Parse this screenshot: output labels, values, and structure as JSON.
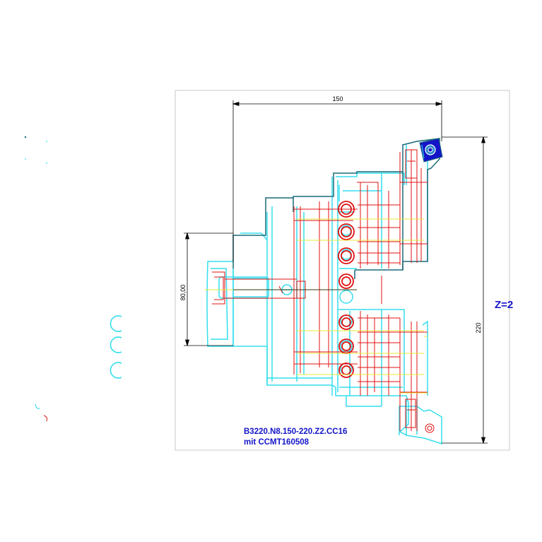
{
  "dimensions": {
    "width_label": "150",
    "height_label": "220",
    "offset_label": "80,00"
  },
  "z_label": "Z=2",
  "part_label": {
    "line1": "B3220.N8.150-220.Z2.CC16",
    "line2": "mit CCMT160508"
  },
  "colors": {
    "cyan": "#33ddee",
    "red": "#e01010",
    "dark": "#1a6a78",
    "yellow": "#e8e838",
    "blue": "#1414c8",
    "frame": "#c8c8c8",
    "dim": "#000000"
  }
}
